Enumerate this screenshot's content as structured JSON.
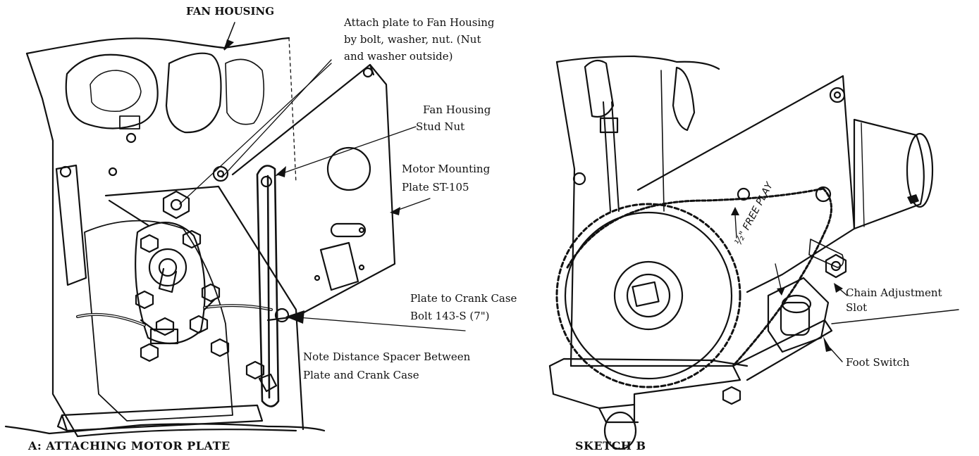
{
  "sketch_a": {
    "label_fan_housing": "FAN HOUSING",
    "attach_note": [
      "Attach plate to Fan Housing",
      "by bolt, washer, nut. (Nut",
      "and washer outside)"
    ],
    "stud_nut": [
      "Fan Housing",
      "Stud Nut"
    ],
    "motor_plate": [
      "Motor Mounting",
      "Plate ST-105"
    ],
    "crank_bolt": [
      "Plate to Crank Case",
      "Bolt 143-S (7\")"
    ],
    "spacer_note": [
      "Note Distance Spacer Between",
      "Plate and Crank Case"
    ],
    "caption": "A:  ATTACHING MOTOR PLATE"
  },
  "sketch_b": {
    "free_play": "½\" FREE PLAY",
    "chain_adjust": [
      "Chain Adjustment",
      "Slot"
    ],
    "foot_switch": "Foot Switch",
    "caption": "SKETCH B"
  },
  "colors": {
    "ink": "#111111",
    "paper": "#ffffff"
  }
}
